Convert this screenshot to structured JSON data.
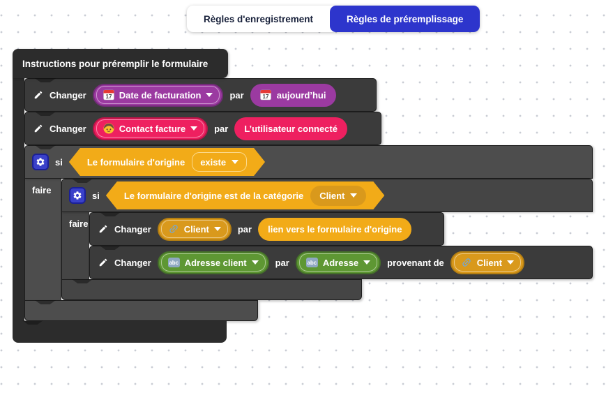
{
  "tabs": {
    "items": [
      {
        "label": "Règles d'enregistrement",
        "active": false
      },
      {
        "label": "Règles de préremplissage",
        "active": true
      }
    ]
  },
  "workspace": {
    "hat_title": "Instructions pour préremplir le formulaire",
    "set_date": {
      "action": "Changer",
      "field": "Date de facturation",
      "connector": "par",
      "value": "aujourd’hui"
    },
    "set_contact": {
      "action": "Changer",
      "field": "Contact facture",
      "connector": "par",
      "value": "L’utilisateur connecté"
    },
    "if_outer": {
      "keyword": "si",
      "condition": "Le formulaire d'origine",
      "operator": "existe",
      "do_label": "faire"
    },
    "if_inner": {
      "keyword": "si",
      "condition": "Le formulaire d'origine est de la catégorie",
      "operator": "Client",
      "do_label": "faire"
    },
    "set_client": {
      "action": "Changer",
      "field": "Client",
      "connector": "par",
      "value": "lien vers le formulaire d'origine"
    },
    "set_address": {
      "action": "Changer",
      "field": "Adresse client",
      "connector": "par",
      "value_field": "Adresse",
      "from_label": "provenant de",
      "from_field": "Client"
    }
  },
  "icons": {
    "edit": "pencil-icon",
    "condition": "gear-icon",
    "date": "calendar-icon",
    "contact": "person-icon",
    "relation": "link-icon",
    "text": "abc-icon",
    "dropdown": "chevron-down-icon",
    "abc_label": "abc",
    "calendar_day": "17"
  },
  "colors": {
    "active_tab": "#2D35CC",
    "purple": "#9B3AA1",
    "pink": "#EE2060",
    "gold": "#F2AB18",
    "gold_dark": "#D9991C",
    "green": "#5E9733",
    "hat_block": "#2C2C2C",
    "statement_block": "#3B3B3B",
    "if_outer_block": "#4D4D4D",
    "if_inner_block": "#454545"
  }
}
